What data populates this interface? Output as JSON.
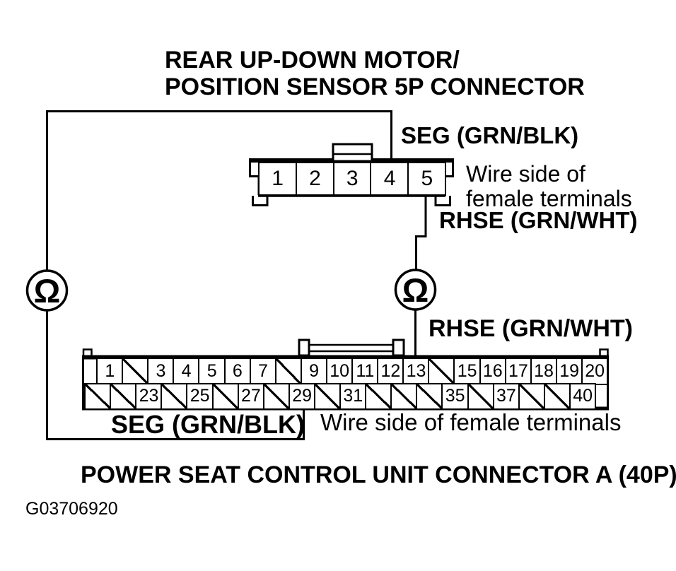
{
  "title": {
    "line1": "REAR UP-DOWN MOTOR/",
    "line2": "POSITION SENSOR 5P CONNECTOR"
  },
  "connector_5p": {
    "pins": [
      "1",
      "2",
      "3",
      "4",
      "5"
    ],
    "labels": {
      "seg": "SEG (GRN/BLK)",
      "wire_side_line1": "Wire side of",
      "wire_side_line2": "female terminals",
      "rhse": "RHSE (GRN/WHT)"
    }
  },
  "connector_40p": {
    "top_row": [
      "1",
      "/",
      "3",
      "4",
      "5",
      "6",
      "7",
      "/",
      "9",
      "10",
      "11",
      "12",
      "13",
      "/",
      "15",
      "16",
      "17",
      "18",
      "19",
      "20"
    ],
    "bottom_row": [
      "/",
      "/",
      "23",
      "/",
      "25",
      "/",
      "27",
      "/",
      "29",
      "/",
      "31",
      "/",
      "/",
      "/",
      "35",
      "/",
      "37",
      "/",
      "/",
      "40"
    ],
    "labels": {
      "rhse": "RHSE (GRN/WHT)",
      "seg": "SEG (GRN/BLK)",
      "wire_side": "Wire side of female terminals",
      "name": "POWER SEAT CONTROL UNIT CONNECTOR A (40P)"
    }
  },
  "meters": {
    "symbol": "Ω"
  },
  "figure_id": "G03706920",
  "colors": {
    "ink": "#000000",
    "background": "#ffffff"
  }
}
